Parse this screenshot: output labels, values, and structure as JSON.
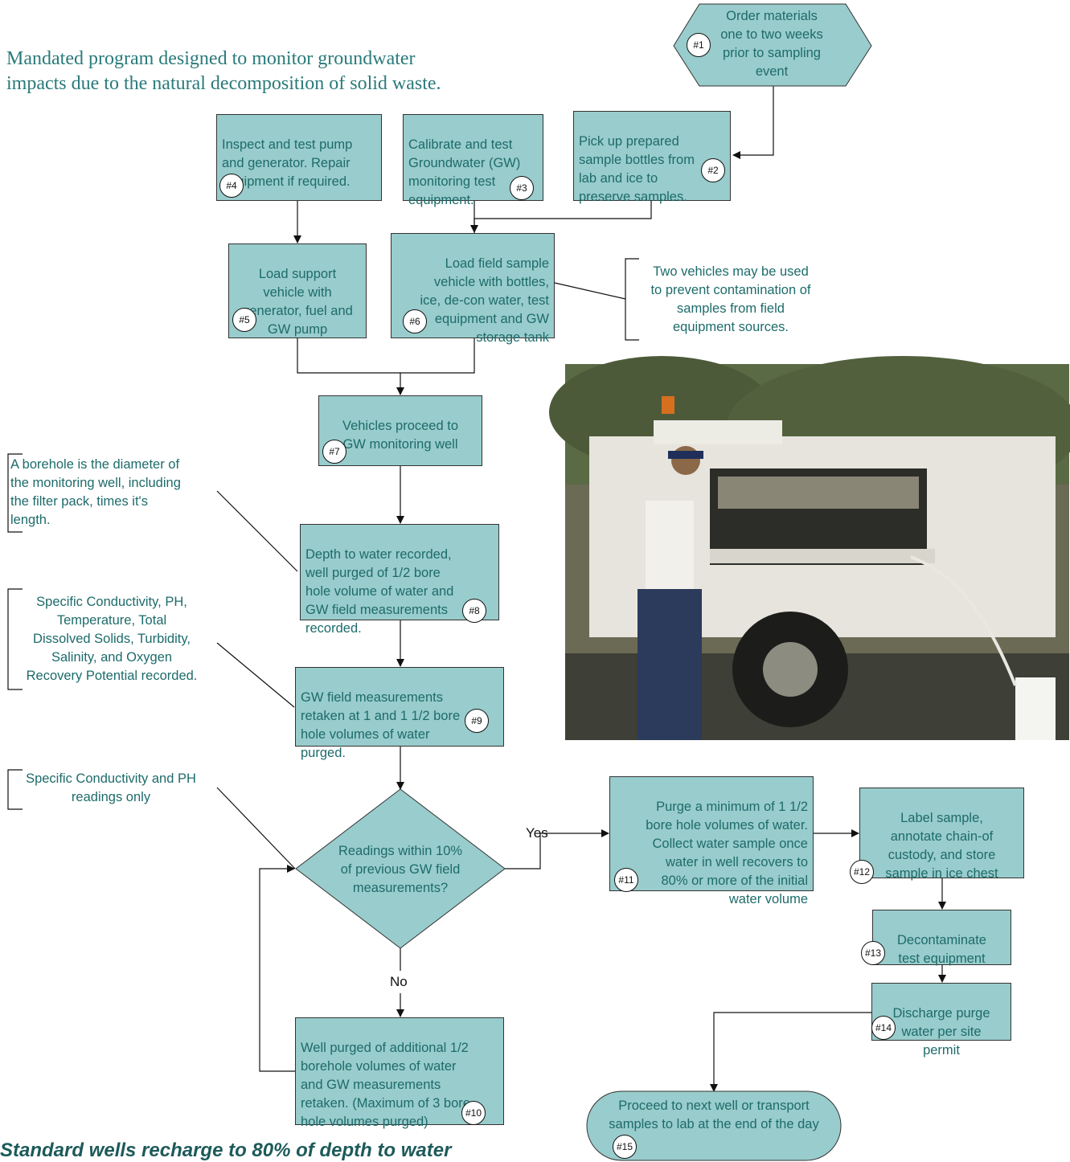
{
  "header": {
    "subtitle": "Mandated program designed to monitor groundwater\nimpacts due to the natural decomposition of solid waste."
  },
  "steps": {
    "s1": {
      "text": "Order materials\none to two weeks\nprior to sampling\nevent",
      "badge": "#1"
    },
    "s2": {
      "text": "Pick up prepared\nsample bottles from\nlab and ice to\npreserve samples.",
      "badge": "#2"
    },
    "s3": {
      "text": "Calibrate and test\nGroundwater (GW)\nmonitoring test\nequipment.",
      "badge": "#3"
    },
    "s4": {
      "text": "Inspect and test pump\nand generator. Repair\nequipment if required.",
      "badge": "#4"
    },
    "s5": {
      "text": "Load support\nvehicle with\ngenerator, fuel and\nGW pump",
      "badge": "#5"
    },
    "s6": {
      "text": "Load field sample\nvehicle with bottles,\nice, de-con water,  test\nequipment and GW\nstorage tank",
      "badge": "#6"
    },
    "s7": {
      "text": "Vehicles proceed  to\nGW monitoring well",
      "badge": "#7"
    },
    "s8": {
      "text": "Depth to water recorded,\nwell  purged of 1/2 bore\nhole volume of water and\nGW field measurements\nrecorded.",
      "badge": "#8"
    },
    "s9": {
      "text": "GW field measurements\nretaken at 1 and 1 1/2 bore\nhole volumes of water\npurged.",
      "badge": "#9"
    },
    "decision": {
      "text": "Readings within 10%\nof previous GW field\nmeasurements?",
      "yes": "Yes",
      "no": "No"
    },
    "s10": {
      "text": "Well purged of additional 1/2\nborehole volumes of water\nand GW measurements\nretaken. (Maximum of 3 bore\nhole volumes purged)",
      "badge": "#10"
    },
    "s11": {
      "text": "Purge a minimum of 1 1/2\nbore hole volumes of water.\nCollect water sample  once\nwater in well recovers  to\n80%  or more of the initial\nwater volume",
      "badge": "#11"
    },
    "s12": {
      "text": "Label sample,\nannotate chain-of\ncustody, and store\nsample in ice chest",
      "badge": "#12"
    },
    "s13": {
      "text": "Decontaminate\ntest equipment",
      "badge": "#13"
    },
    "s14": {
      "text": "Discharge purge\nwater per site\npermit",
      "badge": "#14"
    },
    "s15": {
      "text": "Proceed to next well or transport\nsamples to lab at the end of the day",
      "badge": "#15"
    }
  },
  "notes": {
    "vehicles": "Two vehicles may be used\nto prevent contamination of\nsamples from field\nequipment sources.",
    "borehole": "A borehole is the diameter of\nthe monitoring well, including\nthe filter pack, times it's\nlength.",
    "params": "Specific Conductivity, PH,\nTemperature, Total\nDissolved Solids, Turbidity,\nSalinity, and Oxygen\nRecovery Potential recorded.",
    "readings": "Specific Conductivity and PH\nreadings only"
  },
  "footnote": "Standard wells recharge to 80% of depth to water",
  "colors": {
    "box_fill": "#99cccc",
    "box_text": "#1e6b6b",
    "line": "#111111"
  },
  "photo": {
    "icon": "field-sampling-truck-photo"
  }
}
